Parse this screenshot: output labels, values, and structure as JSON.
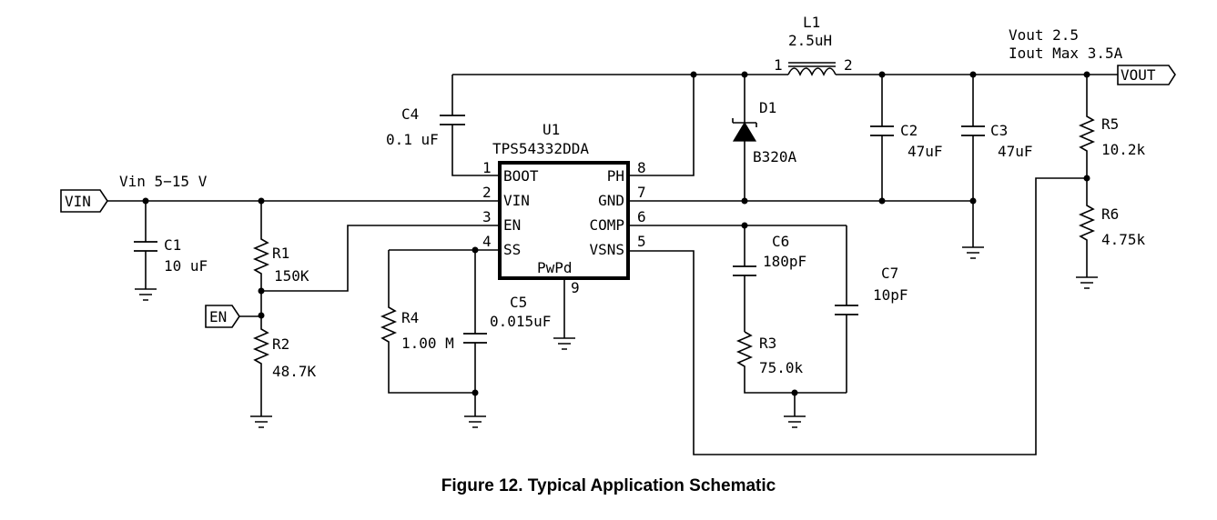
{
  "caption": "Figure 12.  Typical Application Schematic",
  "ic": {
    "ref": "U1",
    "part": "TPS54332DDA",
    "pins": [
      {
        "num": "1",
        "name": "BOOT"
      },
      {
        "num": "2",
        "name": "VIN"
      },
      {
        "num": "3",
        "name": "EN"
      },
      {
        "num": "4",
        "name": "SS"
      },
      {
        "num": "8",
        "name": "PH"
      },
      {
        "num": "7",
        "name": "GND"
      },
      {
        "num": "6",
        "name": "COMP"
      },
      {
        "num": "5",
        "name": "VSNS"
      },
      {
        "num": "9",
        "name": "PwPd"
      }
    ]
  },
  "ports": {
    "vin": "VIN",
    "en": "EN",
    "vout": "VOUT"
  },
  "notes": {
    "vin": "Vin 5−15 V",
    "vout_line1": "Vout 2.5",
    "vout_line2": "Iout Max 3.5A"
  },
  "components": {
    "L1": {
      "ref": "L1",
      "value": "2.5uH",
      "pin1": "1",
      "pin2": "2"
    },
    "D1": {
      "ref": "D1",
      "value": "B320A"
    },
    "C1": {
      "ref": "C1",
      "value": "10 uF"
    },
    "C2": {
      "ref": "C2",
      "value": "47uF"
    },
    "C3": {
      "ref": "C3",
      "value": "47uF"
    },
    "C4": {
      "ref": "C4",
      "value": "0.1 uF"
    },
    "C5": {
      "ref": "C5",
      "value": "0.015uF"
    },
    "C6": {
      "ref": "C6",
      "value": "180pF"
    },
    "C7": {
      "ref": "C7",
      "value": "10pF"
    },
    "R1": {
      "ref": "R1",
      "value": "150K"
    },
    "R2": {
      "ref": "R2",
      "value": "48.7K"
    },
    "R3": {
      "ref": "R3",
      "value": "75.0k"
    },
    "R4": {
      "ref": "R4",
      "value": "1.00 M"
    },
    "R5": {
      "ref": "R5",
      "value": "10.2k"
    },
    "R6": {
      "ref": "R6",
      "value": "4.75k"
    }
  }
}
